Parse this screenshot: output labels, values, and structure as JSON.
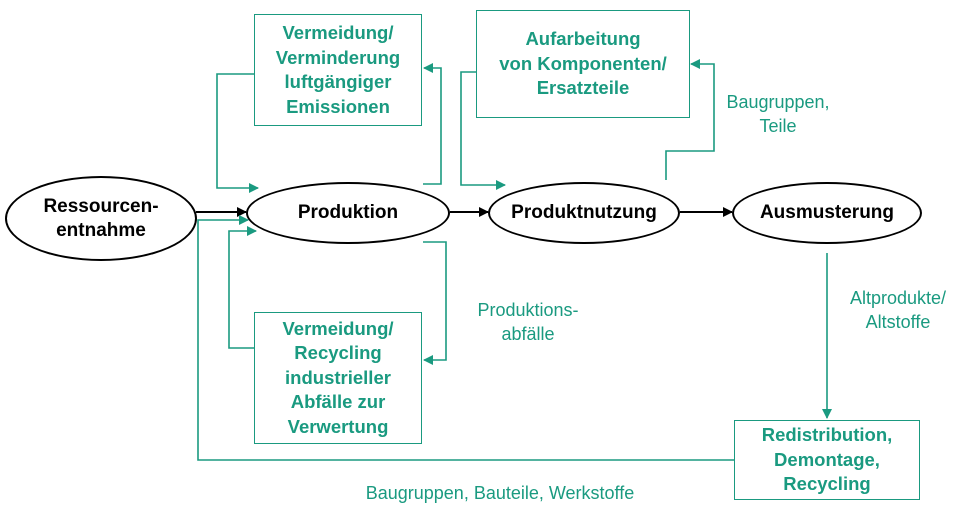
{
  "colors": {
    "accent": "#1a9a80",
    "ink": "#000000"
  },
  "nodes": {
    "ressourcen": "Ressourcen-\nentnahme",
    "produktion": "Produktion",
    "produktnutzung": "Produktnutzung",
    "ausmusterung": "Ausmusterung"
  },
  "boxes": {
    "emissionen": "Vermeidung/\nVerminderung\nluftgängiger\nEmissionen",
    "aufarbeitung": "Aufarbeitung\nvon Komponenten/\nErsatzteile",
    "abfaelle": "Vermeidung/\nRecycling\nindustrieller\nAbfälle zur\nVerwertung",
    "redistribution": "Redistribution,\nDemontage,\nRecycling"
  },
  "labels": {
    "baugruppen_teile": "Baugruppen,\nTeile",
    "produktionsabfaelle": "Produktions-\nabfälle",
    "altprodukte": "Altprodukte/\nAltstoffe",
    "baugruppen_bauteile": "Baugruppen, Bauteile, Werkstoffe"
  }
}
